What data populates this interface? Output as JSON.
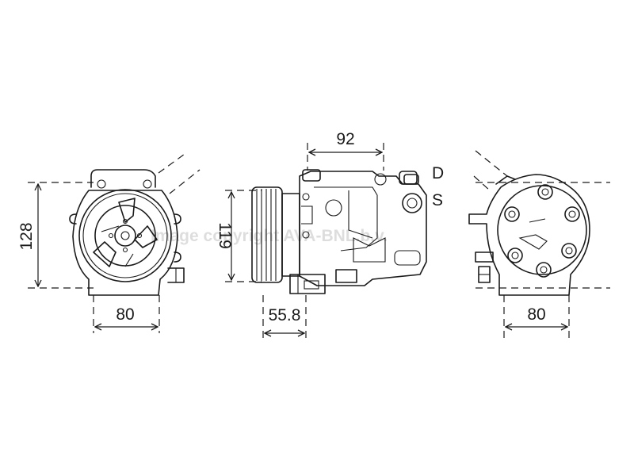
{
  "dimensions": {
    "front_height": "128",
    "front_width": "80",
    "side_height": "119",
    "side_length": "92",
    "pulley_width": "55.8",
    "rear_width": "80"
  },
  "port_labels": {
    "discharge": "D",
    "suction": "S"
  },
  "watermark": "Image copyright AVA-BNL.b.v."
}
